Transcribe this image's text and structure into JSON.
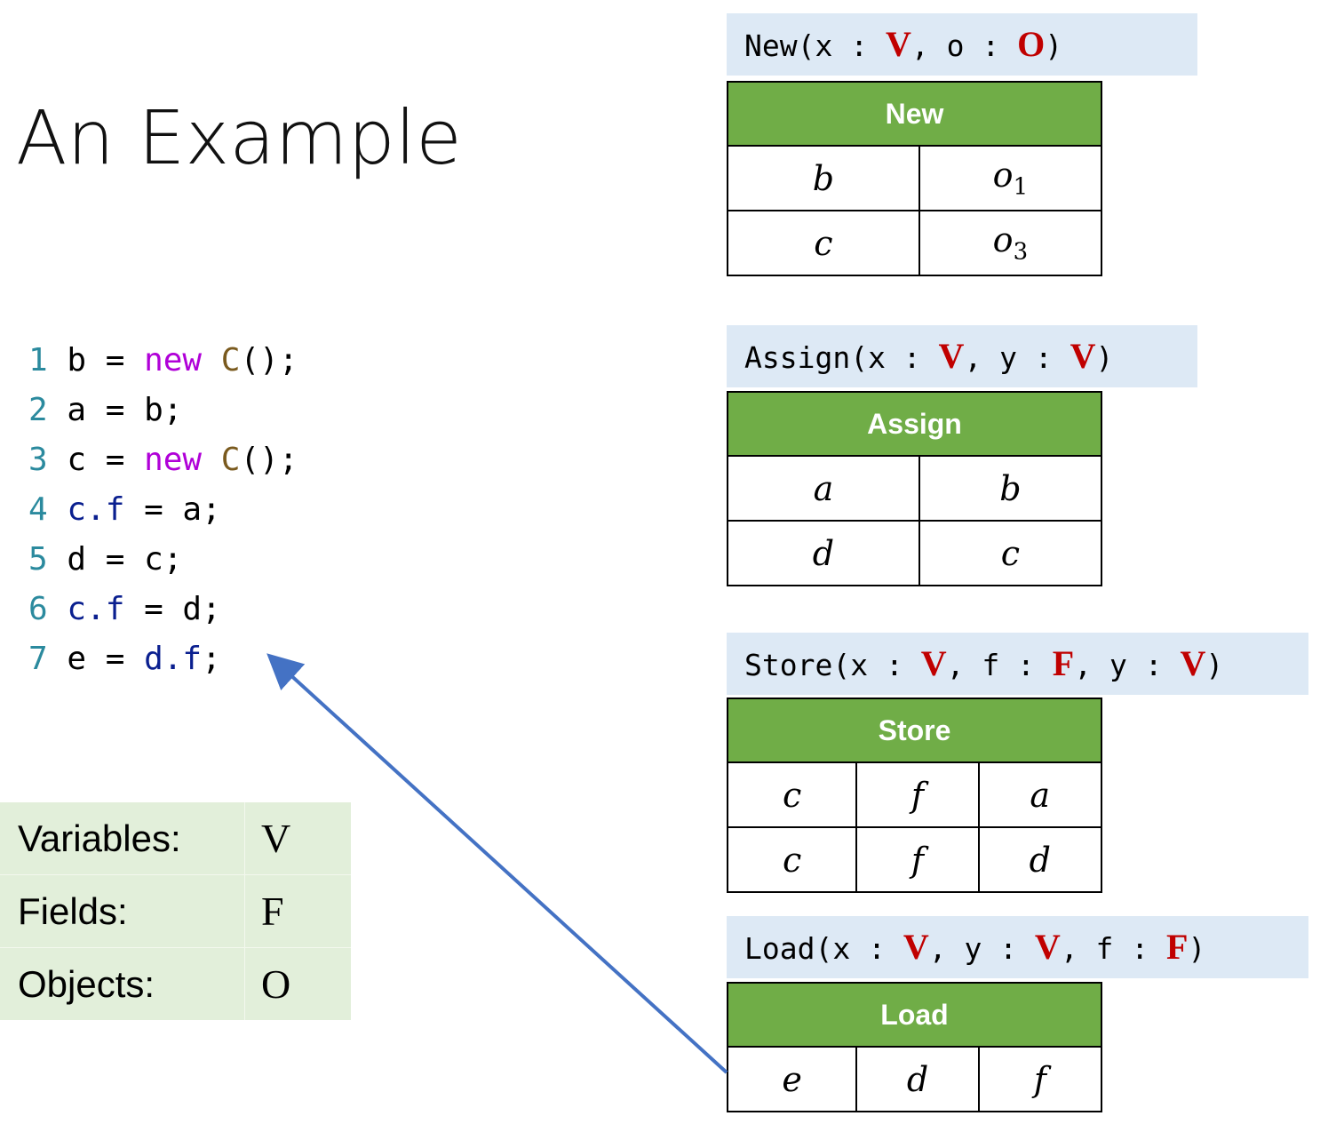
{
  "title": "An Example",
  "code_lines": [
    {
      "num": "1",
      "parts": [
        {
          "t": "b = ",
          "c": "txt"
        },
        {
          "t": "new",
          "c": "kw"
        },
        {
          "t": " ",
          "c": "txt"
        },
        {
          "t": "C",
          "c": "cls"
        },
        {
          "t": "();",
          "c": "txt"
        }
      ]
    },
    {
      "num": "2",
      "parts": [
        {
          "t": "a = b;",
          "c": "txt"
        }
      ]
    },
    {
      "num": "3",
      "parts": [
        {
          "t": "c = ",
          "c": "txt"
        },
        {
          "t": "new",
          "c": "kw"
        },
        {
          "t": " ",
          "c": "txt"
        },
        {
          "t": "C",
          "c": "cls"
        },
        {
          "t": "();",
          "c": "txt"
        }
      ]
    },
    {
      "num": "4",
      "parts": [
        {
          "t": "c.f",
          "c": "fld"
        },
        {
          "t": " = a;",
          "c": "txt"
        }
      ]
    },
    {
      "num": "5",
      "parts": [
        {
          "t": "d = c;",
          "c": "txt"
        }
      ]
    },
    {
      "num": "6",
      "parts": [
        {
          "t": "c.f",
          "c": "fld"
        },
        {
          "t": " = d;",
          "c": "txt"
        }
      ]
    },
    {
      "num": "7",
      "parts": [
        {
          "t": "e = ",
          "c": "txt"
        },
        {
          "t": "d.f",
          "c": "fld"
        },
        {
          "t": ";",
          "c": "txt"
        }
      ]
    }
  ],
  "domains": [
    {
      "label": "Variables:",
      "symbol": "V"
    },
    {
      "label": "Fields:",
      "symbol": "F"
    },
    {
      "label": "Objects:",
      "symbol": "O"
    }
  ],
  "signatures": {
    "new": {
      "parts": [
        "New(x : ",
        "V",
        ", o : ",
        "O",
        ")"
      ]
    },
    "assign": {
      "parts": [
        "Assign(x : ",
        "V",
        ", y : ",
        "V",
        ")"
      ]
    },
    "store": {
      "parts": [
        "Store(x : ",
        "V",
        ", f : ",
        "F",
        ", y : ",
        "V",
        ")"
      ]
    },
    "load": {
      "parts": [
        "Load(x : ",
        "V",
        ", y : ",
        "V",
        ", f : ",
        "F",
        ")"
      ]
    }
  },
  "relations": {
    "new": {
      "header": "New",
      "rows": [
        [
          {
            "v": "b"
          },
          {
            "v": "o",
            "sub": "1"
          }
        ],
        [
          {
            "v": "c"
          },
          {
            "v": "o",
            "sub": "3"
          }
        ]
      ]
    },
    "assign": {
      "header": "Assign",
      "rows": [
        [
          {
            "v": "a"
          },
          {
            "v": "b"
          }
        ],
        [
          {
            "v": "d"
          },
          {
            "v": "c"
          }
        ]
      ]
    },
    "store": {
      "header": "Store",
      "rows": [
        [
          {
            "v": "c"
          },
          {
            "v": "f"
          },
          {
            "v": "a"
          }
        ],
        [
          {
            "v": "c"
          },
          {
            "v": "f"
          },
          {
            "v": "d"
          }
        ]
      ]
    },
    "load": {
      "header": "Load",
      "rows": [
        [
          {
            "v": "e"
          },
          {
            "v": "d"
          },
          {
            "v": "f"
          }
        ]
      ]
    }
  },
  "colors": {
    "header_green": "#70ad47",
    "type_red": "#c00000",
    "arrow_blue": "#4472c4",
    "sig_bg": "#dde9f5",
    "domain_bg": "#e2efda"
  }
}
